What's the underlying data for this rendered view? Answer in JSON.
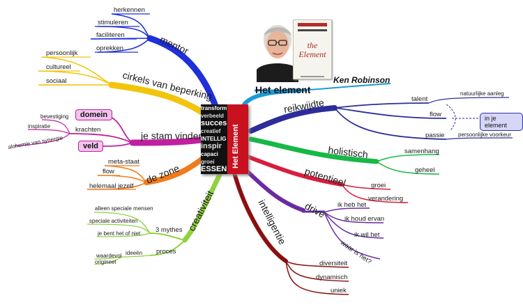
{
  "center": {
    "title": "Het element",
    "author": "Ken Robinson",
    "book_cover_title": "the Element",
    "book_spine_title": "Het Element",
    "collage_words": [
      "transform",
      "verbeeld",
      "succes",
      "creatief",
      "INTELLIG",
      "inspir",
      "capaci",
      "groei",
      "ESSEN"
    ]
  },
  "branches": {
    "mentor": {
      "label": "mentor",
      "color": "#1f2fd9",
      "children": [
        "herkennen",
        "stimuleren",
        "faciliteren",
        "oprekken"
      ]
    },
    "cirkels": {
      "label": "cirkels van beperking",
      "color": "#f2c40c",
      "children": [
        "persoonlijk",
        "cultureel",
        "sociaal"
      ]
    },
    "stam": {
      "label": "je stam vinden",
      "color": "#c0209f",
      "children": [
        "domein",
        "krachten",
        "veld"
      ],
      "krachten_children": [
        "bevestiging",
        "inspiratie",
        "alchemie van synergie"
      ]
    },
    "zone": {
      "label": "de zone",
      "color": "#f07b1c",
      "children": [
        "meta-staat",
        "flow",
        "helemaal jezelf"
      ]
    },
    "creativiteit": {
      "label": "creativiteit",
      "color": "#8fd13f",
      "children": [
        "3 mythes",
        "proces"
      ],
      "mythes": [
        "alleen speciale mensen",
        "speciale activiteiten",
        "je bent het of niet"
      ],
      "proces": [
        "ideeën",
        "waardevol",
        "origineel"
      ]
    },
    "intelligentie": {
      "label": "intelligentie",
      "color": "#8a1010",
      "children": [
        "diversiteit",
        "dynamisch",
        "uniek"
      ]
    },
    "drive": {
      "label": "drive",
      "color": "#6a2ba0",
      "children": [
        "ik heb het",
        "ik houd ervan",
        "ik wil het",
        "waar is het?"
      ]
    },
    "potentieel": {
      "label": "potentieel",
      "color": "#d81e3e",
      "children": [
        "groei",
        "verandering"
      ]
    },
    "holistisch": {
      "label": "holistisch",
      "color": "#17b845",
      "children": [
        "samenhang",
        "geheel"
      ]
    },
    "reikwijdte": {
      "label": "reikwijdte",
      "color": "#2d2d9a",
      "children": [
        "talent",
        "flow",
        "passie"
      ],
      "talent_child": "natuurlijke aanleg",
      "passie_child": "persoonlijke voorkeur",
      "flow_child": "in je element"
    }
  }
}
